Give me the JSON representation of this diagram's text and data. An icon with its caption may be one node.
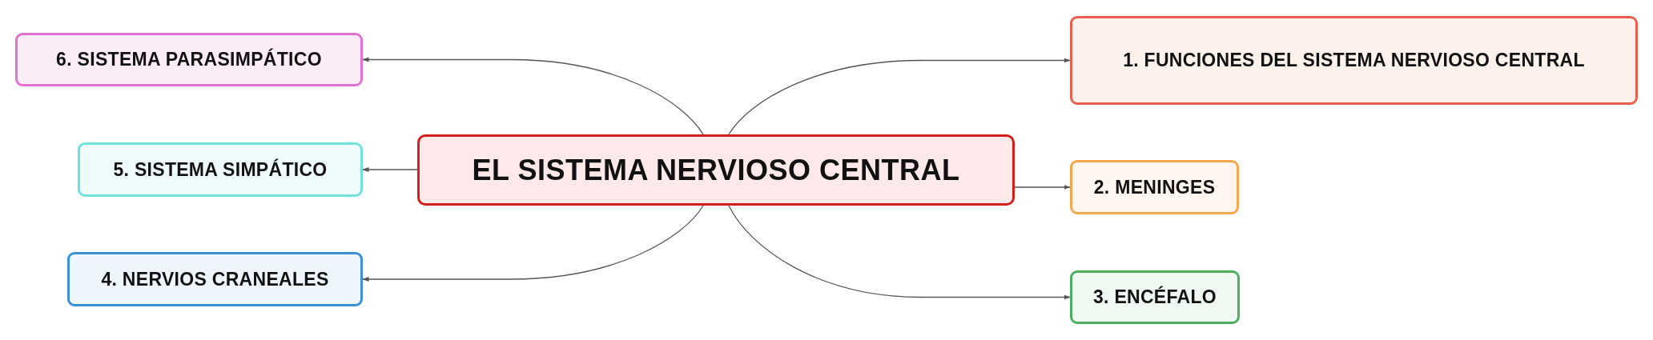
{
  "diagram": {
    "nodes": [
      {
        "text": [
          "EL SISTEMA NERVIOSO CENTRAL"
        ]
      },
      {
        "text": [
          "1. FUNCIONES DEL SISTEMA NERVIOSO CENTRAL"
        ]
      },
      {
        "text": [
          "2. MENINGES"
        ]
      },
      {
        "text": [
          "3. ENCÉFALO"
        ]
      },
      {
        "text": [
          "4. NERVIOS CRANEALES"
        ]
      },
      {
        "text": [
          "5. SISTEMA SIMPÁTICO"
        ]
      },
      {
        "text": [
          "6. SISTEMA PARASIMPÁTICO"
        ]
      }
    ],
    "edges": [
      {
        "from": 0,
        "to": 1,
        "arrow": "to"
      },
      {
        "from": 0,
        "to": 2,
        "arrow": "to"
      },
      {
        "from": 0,
        "to": 3,
        "arrow": "to"
      },
      {
        "from": 0,
        "to": 4,
        "arrow": "to"
      },
      {
        "from": 0,
        "to": 5,
        "arrow": "to"
      },
      {
        "from": 0,
        "to": 6,
        "arrow": "to"
      }
    ]
  }
}
